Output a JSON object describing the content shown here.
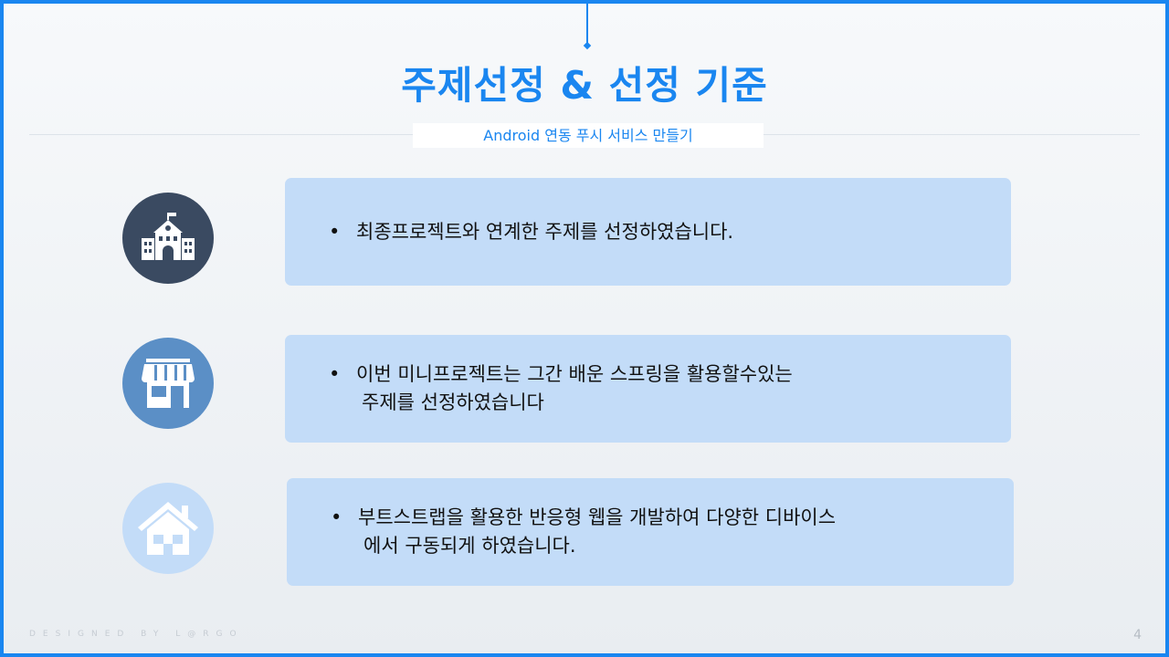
{
  "slide": {
    "title": "주제선정 & 선정 기준",
    "subtitle": "Android 연동 푸시 서비스 만들기",
    "items": [
      {
        "icon": "school-icon",
        "bullet": "•",
        "lines": [
          "최종프로젝트와 연계한 주제를 선정하였습니다.",
          ""
        ]
      },
      {
        "icon": "store-icon",
        "bullet": "•",
        "lines": [
          "이번 미니프로젝트는 그간 배운 스프링을 활용할수있는",
          "주제를 선정하였습니다"
        ]
      },
      {
        "icon": "house-icon",
        "bullet": "•",
        "lines": [
          "부트스트랩을 활용한 반응형 웹을 개발하여 다양한 디바이스",
          "에서 구동되게 하였습니다."
        ]
      }
    ],
    "footer": "DESIGNED BY L@RGO",
    "page_number": "4"
  },
  "colors": {
    "accent": "#1a86f0",
    "card": "#c3dcf8",
    "circle_dark": "#3a4a61",
    "circle_mid": "#5b8fc6",
    "circle_light": "#c3dcf8"
  }
}
